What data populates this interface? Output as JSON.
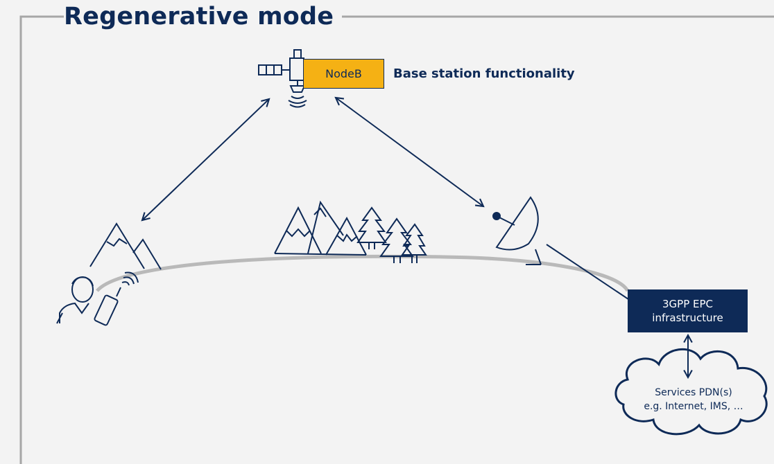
{
  "title": "Regenerative mode",
  "satellite": {
    "payload_label": "NodeB",
    "functionality_label": "Base station functionality"
  },
  "core_network": {
    "line1": "3GPP EPC",
    "line2": "infrastructure"
  },
  "services": {
    "line1": "Services PDN(s)",
    "line2": "e.g. Internet, IMS, …"
  },
  "icons": [
    "satellite-icon",
    "user-with-phone-icon",
    "mountains-icon",
    "trees-icon",
    "satellite-dish-icon",
    "cloud-icon"
  ],
  "colors": {
    "navy": "#0e2a57",
    "accent": "#f5b114",
    "earth_arc": "#b9b9b9",
    "background": "#f3f3f3"
  }
}
